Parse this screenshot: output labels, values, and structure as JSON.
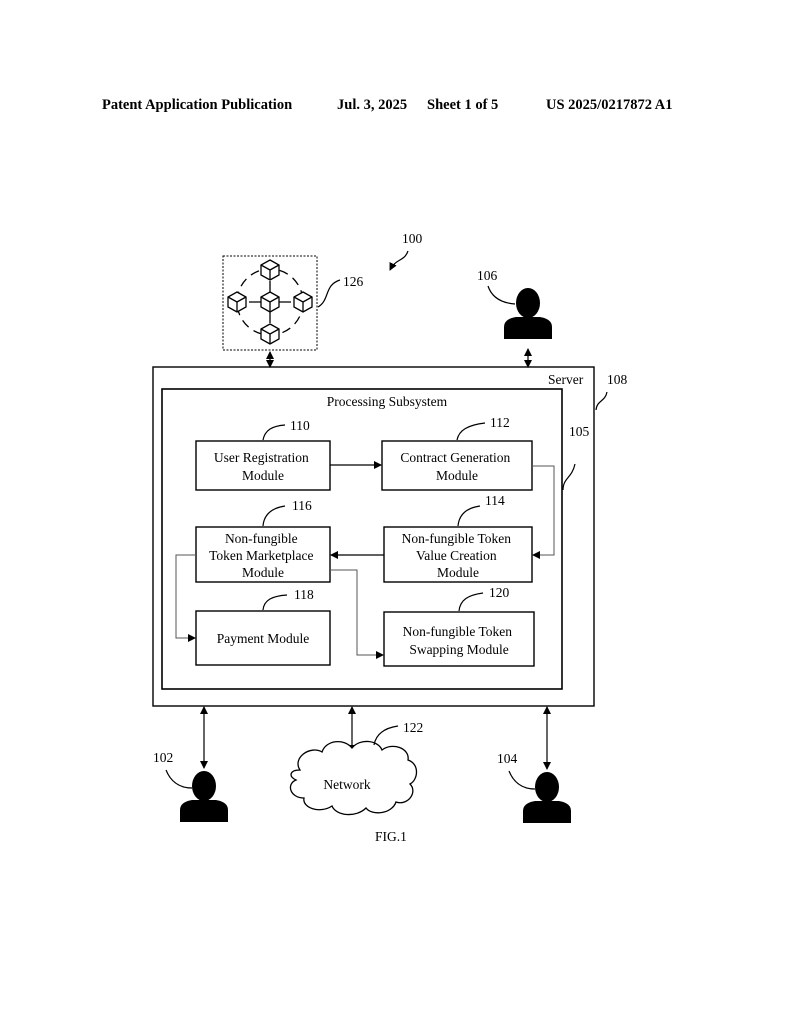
{
  "header": {
    "publication": "Patent Application Publication",
    "date": "Jul. 3, 2025",
    "sheet": "Sheet 1 of 5",
    "number": "US 2025/0217872 A1"
  },
  "figure": {
    "caption": "FIG.1",
    "ref_system": "100",
    "blockchain": {
      "ref": "126",
      "icon": "blockchain-network-icon"
    },
    "users": [
      {
        "ref": "106",
        "icon": "user-icon"
      },
      {
        "ref": "102",
        "icon": "user-icon"
      },
      {
        "ref": "104",
        "icon": "user-icon"
      }
    ],
    "server": {
      "label": "Server",
      "ref": "108"
    },
    "processing": {
      "label": "Processing Subsystem",
      "ref": "105"
    },
    "modules": {
      "user_registration": {
        "ref": "110",
        "lines": [
          "User Registration",
          "Module"
        ]
      },
      "contract_generation": {
        "ref": "112",
        "lines": [
          "Contract Generation",
          "Module"
        ]
      },
      "value_creation": {
        "ref": "114",
        "lines": [
          "Non-fungible Token",
          "Value Creation",
          "Module"
        ]
      },
      "marketplace": {
        "ref": "116",
        "lines": [
          "Non-fungible",
          "Token Marketplace",
          "Module"
        ]
      },
      "payment": {
        "ref": "118",
        "lines": [
          "Payment Module"
        ]
      },
      "swapping": {
        "ref": "120",
        "lines": [
          "Non-fungible Token",
          "Swapping Module"
        ]
      }
    },
    "network": {
      "label": "Network",
      "ref": "122",
      "icon": "cloud-icon"
    }
  }
}
